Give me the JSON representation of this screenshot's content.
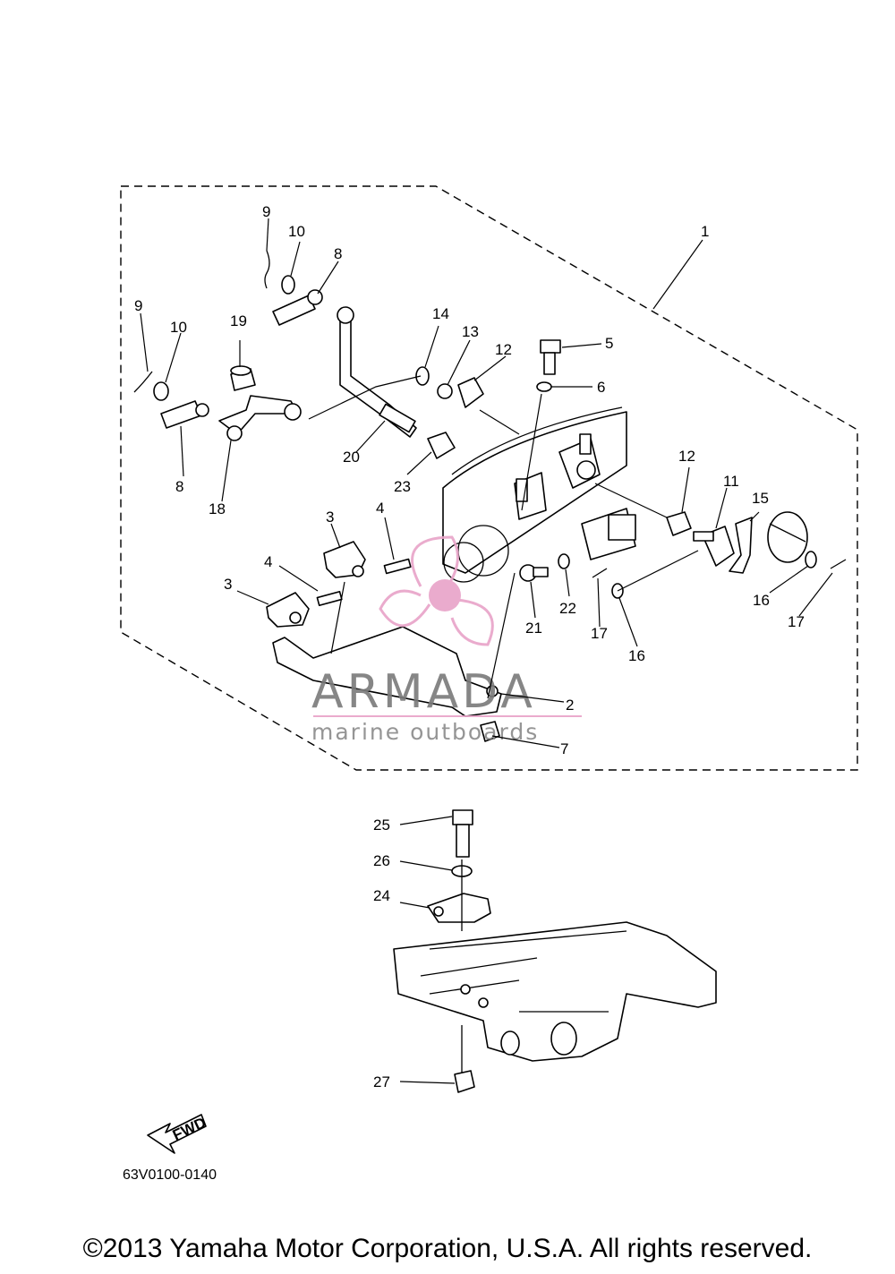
{
  "labels": {
    "l1": "1",
    "l2": "2",
    "l3a": "3",
    "l3b": "3",
    "l4a": "4",
    "l4b": "4",
    "l5": "5",
    "l6": "6",
    "l7": "7",
    "l8a": "8",
    "l8b": "8",
    "l9a": "9",
    "l9b": "9",
    "l10a": "10",
    "l10b": "10",
    "l11": "11",
    "l12a": "12",
    "l12b": "12",
    "l13": "13",
    "l14": "14",
    "l15": "15",
    "l16a": "16",
    "l16b": "16",
    "l17a": "17",
    "l17b": "17",
    "l18": "18",
    "l19": "19",
    "l20": "20",
    "l21": "21",
    "l22": "22",
    "l23": "23",
    "l24": "24",
    "l25": "25",
    "l26": "26",
    "l27": "27"
  },
  "watermark": {
    "brand": "ARMADA",
    "tagline": "marine outboards",
    "brand_color": "#7a7a7a",
    "accent_color": "#e8a3c8"
  },
  "fwd_label": "FWD",
  "diagram_code": "63V0100-0140",
  "copyright": "©2013 Yamaha Motor Corporation, U.S.A. All rights reserved."
}
